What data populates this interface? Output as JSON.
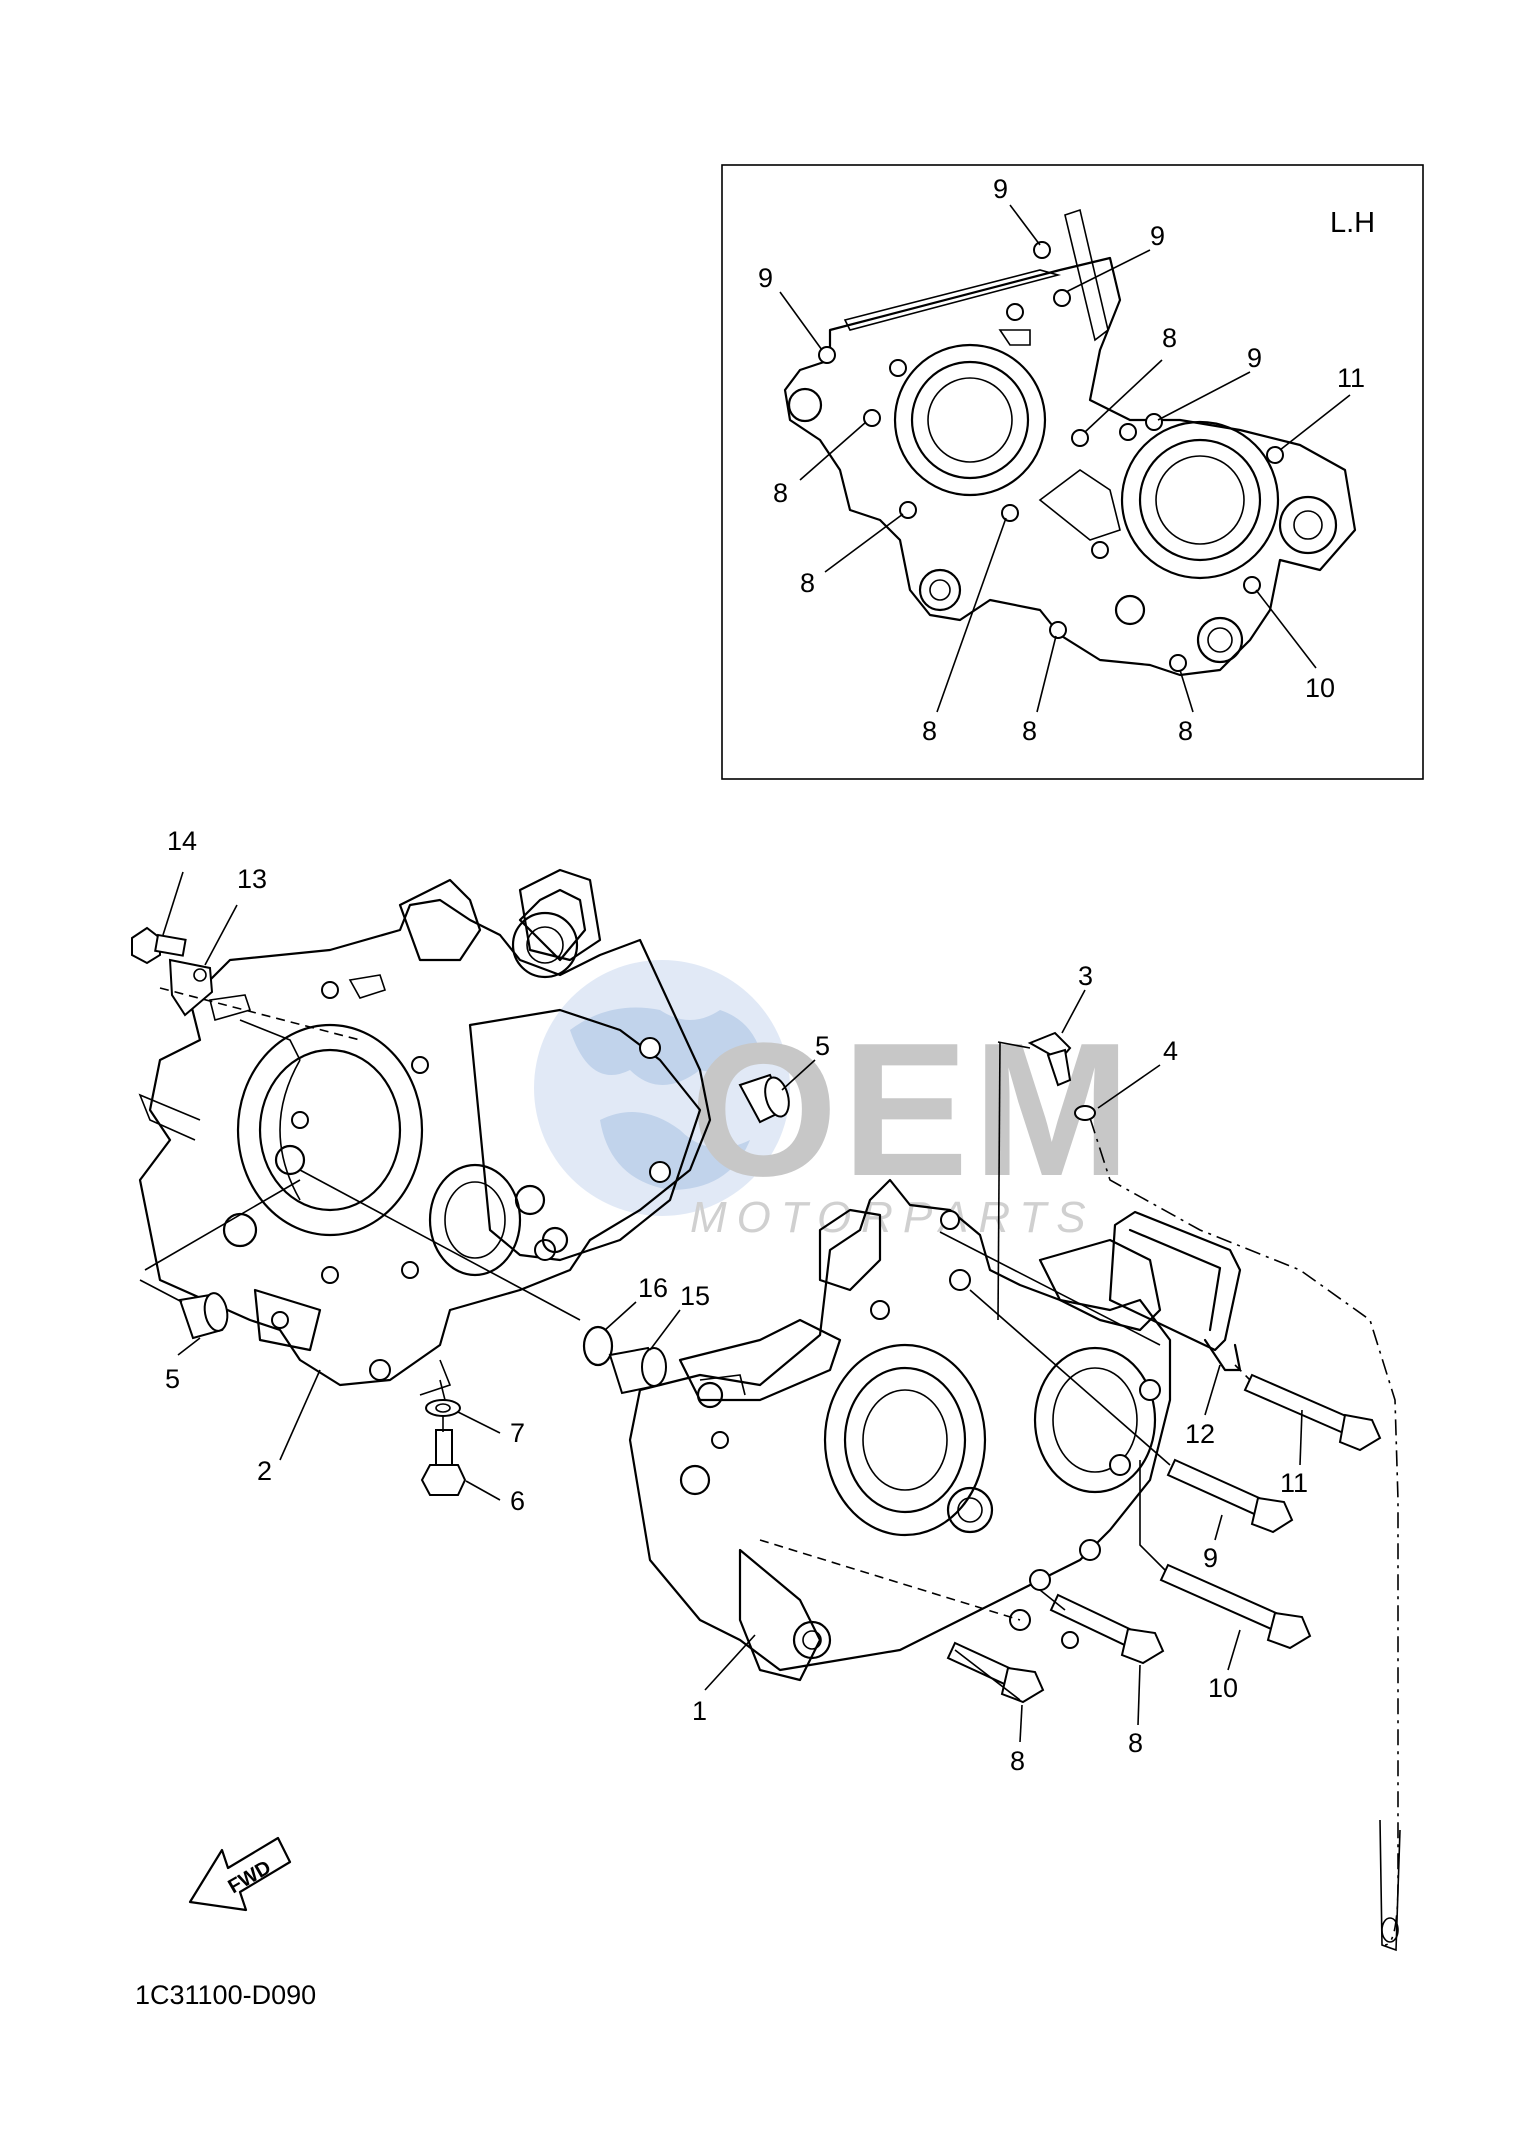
{
  "diagram": {
    "code": "1C31100-D090",
    "fwd_label": "FWD",
    "inset": {
      "side_label": "L.H",
      "callouts": [
        "9",
        "9",
        "9",
        "8",
        "9",
        "11",
        "8",
        "8",
        "8",
        "8",
        "8",
        "10"
      ]
    },
    "callouts": [
      "14",
      "13",
      "5",
      "5",
      "2",
      "7",
      "6",
      "3",
      "4",
      "16",
      "15",
      "12",
      "11",
      "9",
      "10",
      "8",
      "8",
      "1"
    ],
    "watermark": {
      "text": "OEM",
      "subtext": "MOTORPARTS",
      "colors": {
        "globe": "#8fb0dc",
        "letters": "#9a9a9a",
        "accent": "#5fa3d6"
      }
    }
  }
}
